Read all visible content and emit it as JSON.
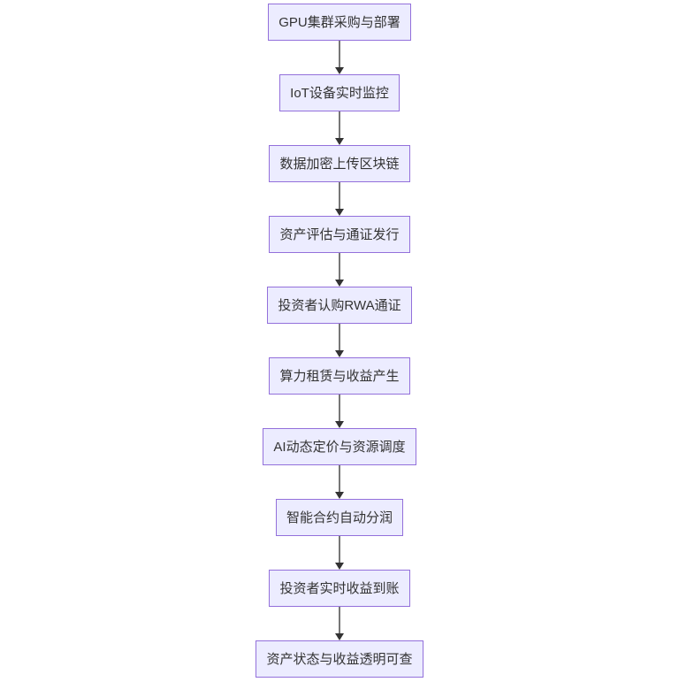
{
  "colors": {
    "background": "#FFFFFF",
    "node_fill": "#ECECFF",
    "node_border": "#9370DB",
    "node_text": "#333333",
    "edge_line": "#777777",
    "arrow_head": "#333333"
  },
  "flowchart": {
    "type": "flowchart",
    "direction": "top-down",
    "nodes": [
      "GPU集群采购与部署",
      "IoT设备实时监控",
      "数据加密上传区块链",
      "资产评估与通证发行",
      "投资者认购RWA通证",
      "算力租赁与收益产生",
      "AI动态定价与资源调度",
      "智能合约自动分润",
      "投资者实时收益到账",
      "资产状态与收益透明可查"
    ],
    "edges": [
      [
        0,
        1
      ],
      [
        1,
        2
      ],
      [
        2,
        3
      ],
      [
        3,
        4
      ],
      [
        4,
        5
      ],
      [
        5,
        6
      ],
      [
        6,
        7
      ],
      [
        7,
        8
      ],
      [
        8,
        9
      ]
    ]
  }
}
